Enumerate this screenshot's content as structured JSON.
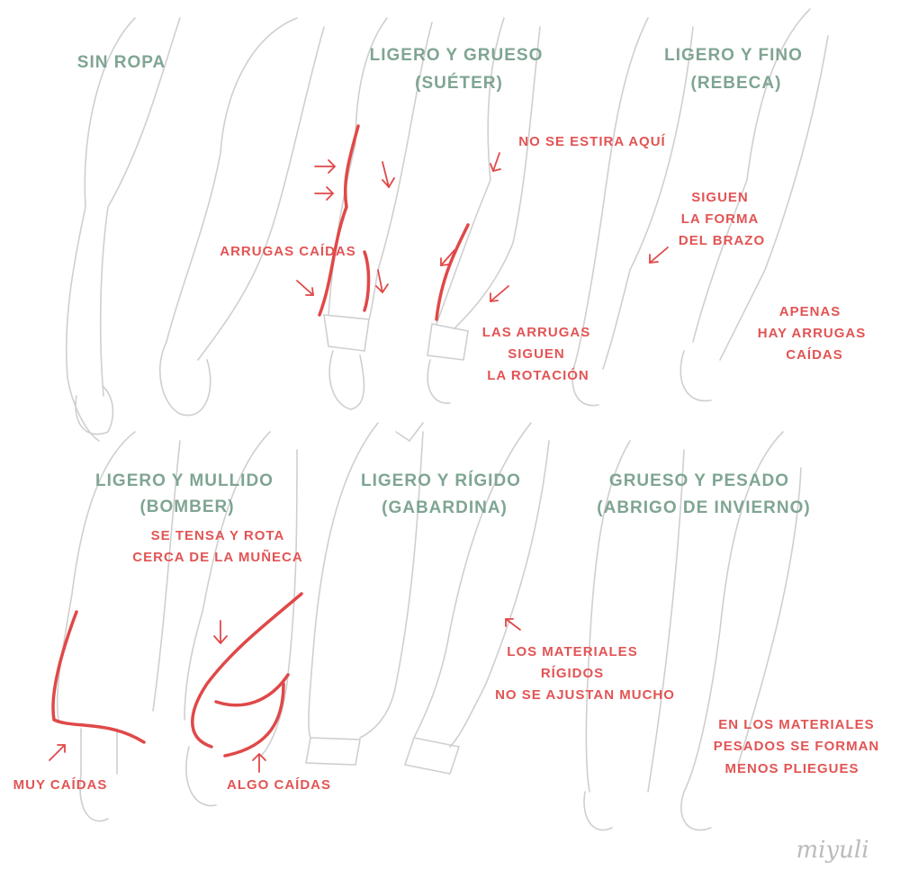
{
  "titles": {
    "sin_ropa": "SIN ROPA",
    "sueter": [
      "LIGERO Y GRUESO",
      "(SUÉTER)"
    ],
    "rebeca": [
      "LIGERO Y FINO",
      "(REBECA)"
    ],
    "bomber": [
      "LIGERO Y MULLIDO",
      "(BOMBER)"
    ],
    "gabardina": [
      "LIGERO Y RÍGIDO",
      "(GABARDINA)"
    ],
    "abrigo": [
      "GRUESO Y PESADO",
      "(ABRIGO DE INVIERNO)"
    ]
  },
  "notes": {
    "no_estira": "NO SE ESTIRA AQUÍ",
    "siguen_forma": [
      "SIGUEN",
      "LA FORMA",
      "DEL BRAZO"
    ],
    "arrugas_caidas": "ARRUGAS CAÍDAS",
    "siguen_rotacion": [
      "LAS ARRUGAS",
      "SIGUEN",
      "LA ROTACIÓN"
    ],
    "apenas": [
      "APENAS",
      "HAY ARRUGAS",
      "CAÍDAS"
    ],
    "tensa": [
      "SE TENSA Y ROTA",
      "CERCA DE LA MUÑECA"
    ],
    "rigidos": [
      "LOS MATERIALES",
      "RÍGIDOS",
      "NO SE AJUSTAN MUCHO"
    ],
    "pesados": [
      "EN LOS MATERIALES",
      "PESADOS SE FORMAN",
      "MENOS PLIEGUES"
    ],
    "muy_caidas": "MUY CAÍDAS",
    "algo_caidas": "ALGO CAÍDAS"
  },
  "signature": "miyuli",
  "colors": {
    "title": "#7fa592",
    "note": "#e25454",
    "sketch": "#cfcfcf",
    "highlight": "#e04848"
  }
}
